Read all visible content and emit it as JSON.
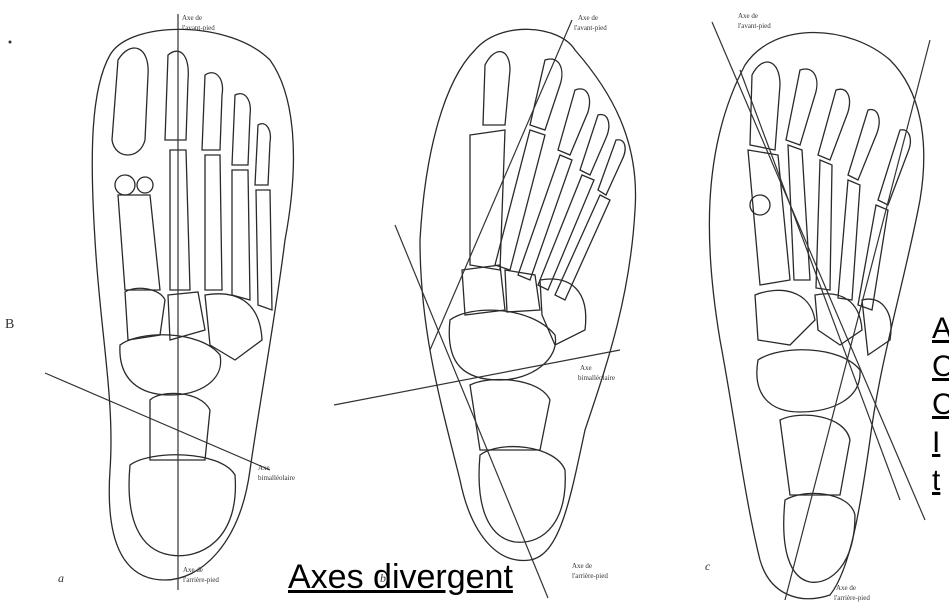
{
  "caption": "Axes divergent",
  "side_margin": "B",
  "panel_letters": {
    "a": "a",
    "b": "b",
    "c": "c"
  },
  "panel_a": {
    "forefoot_axis_1": "Axe de",
    "forefoot_axis_2": "l'avant-pied",
    "bimalleolar_axis_1": "Axe",
    "bimalleolar_axis_2": "bimalléolaire",
    "hindfoot_axis_1": "Axe de",
    "hindfoot_axis_2": "l'arrière-pied"
  },
  "panel_b": {
    "forefoot_axis_1": "Axe de",
    "forefoot_axis_2": "l'avant-pied",
    "bimalleolar_axis_1": "Axe",
    "bimalleolar_axis_2": "bimalléolaire",
    "hindfoot_axis_1": "Axe de",
    "hindfoot_axis_2": "l'arrière-pied"
  },
  "panel_c": {
    "forefoot_axis_1": "Axe de",
    "forefoot_axis_2": "l'avant-pied",
    "hindfoot_axis_1": "Axe de",
    "hindfoot_axis_2": "l'arrière-pied"
  },
  "cutoff_text": [
    "A",
    "C",
    "C",
    "I",
    "t"
  ]
}
